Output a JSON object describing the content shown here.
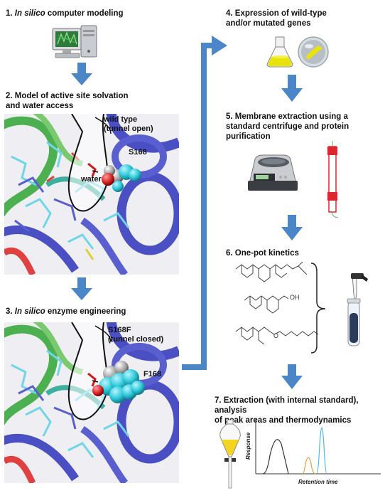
{
  "steps": {
    "s1_num": "1.",
    "s1_italic": "In silico",
    "s1_rest": "computer modeling",
    "s2_line1": "2. Model of active site solvation",
    "s2_line2": "and water access",
    "s3_num": "3.",
    "s3_italic": "In silico",
    "s3_rest": "enzyme engineering",
    "s4_line1": "4. Expression of wild-type",
    "s4_line2": "and/or mutated genes",
    "s5_line1": "5. Membrane extraction using a",
    "s5_line2": "standard centrifuge and protein",
    "s5_line3": "purification",
    "s6": "6. One-pot kinetics",
    "s7_line1": "7. Extraction (with internal standard), analysis",
    "s7_line2": "of peak areas and thermodynamics"
  },
  "protein1": {
    "label_wt_line1": "wild type",
    "label_wt_line2": "(tunnel open)",
    "label_residue": "S168",
    "label_water": "water"
  },
  "protein2": {
    "label_mut_line1": "S168F",
    "label_mut_line2": "(tunnel closed)",
    "label_residue": "F168"
  },
  "chromatogram": {
    "ylabel": "Response",
    "xlabel": "Retention time"
  },
  "molecule": {
    "oh_label": "OH",
    "o_label": "O"
  },
  "colors": {
    "arrow": "#4a86c8",
    "ribbon": "#4b4fc4",
    "cyan": "#2cc9d9",
    "peak1": "#333333",
    "peak2": "#e8a040",
    "peak3": "#4ab8e0",
    "tube_red": "#e0242c"
  }
}
